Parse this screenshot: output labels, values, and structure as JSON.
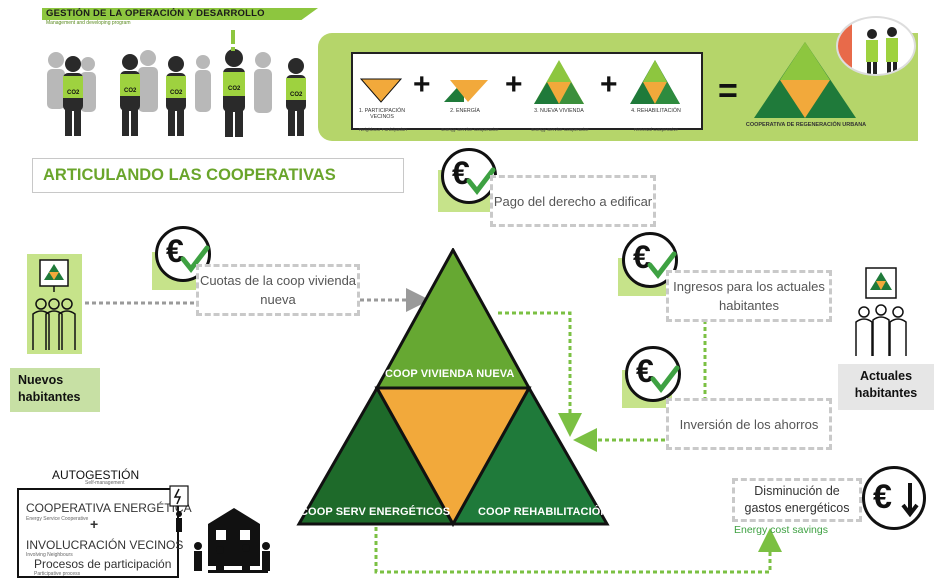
{
  "header": {
    "title": "GESTIÓN DE LA OPERACIÓN Y DESARROLLO TEMPORAL",
    "subtitle": "Management and developing program",
    "people_badge": "CO2"
  },
  "formula": {
    "items": [
      {
        "label": "1. PARTICIPACIÓN VECINOS",
        "sub": "Neighbour Participation"
      },
      {
        "label": "2. ENERGÍA",
        "sub": "Energy Service Cooperative"
      },
      {
        "label": "3. NUEVA VIVIENDA",
        "sub": "Energy Service Cooperative"
      },
      {
        "label": "4. REHABILITACIÓN",
        "sub": "Renewal Cooperative"
      }
    ],
    "plus": "+",
    "equals": "=",
    "result": "COOPERATIVA DE REGENERACIÓN URBANA"
  },
  "section_title": "ARTICULANDO LAS COOPERATIVAS",
  "flows": {
    "pago": "Pago del derecho a edificar",
    "cuotas": "Cuotas de la coop vivienda nueva",
    "ingresos": "Ingresos para los actuales habitantes",
    "inversion": "Inversión de los ahorros",
    "disminucion": "Disminución de gastos energéticos",
    "disminucion_en": "Energy cost savings"
  },
  "euro_symbol": "€",
  "triangle": {
    "top": "COOP VIVIENDA NUEVA",
    "left": "COOP SERV  ENERGÉTICOS",
    "right": "COOP REHABILITACIÓN"
  },
  "nuevos": "Nuevos habitantes",
  "actuales": "Actuales habitantes",
  "autogestion": {
    "title": "AUTOGESTIÓN",
    "sub": "Self-management",
    "line1": "COOPERATIVA ENERGÉTICA",
    "line1_sub": "Energy Service Cooperative",
    "plus": "+",
    "line2": "INVOLUCRACIÓN VECINOS",
    "line2_sub": "Involving Neighbours",
    "line3": "Procesos de participación",
    "line3_sub": "Participative process"
  },
  "colors": {
    "green_light": "#8dc63f",
    "green_mid": "#5a9e2f",
    "green_dark": "#1f7a3a",
    "orange": "#f2a93b",
    "panel": "#b5d56a",
    "arrow_green": "#7bc043",
    "arrow_grey": "#9a9a9a"
  }
}
